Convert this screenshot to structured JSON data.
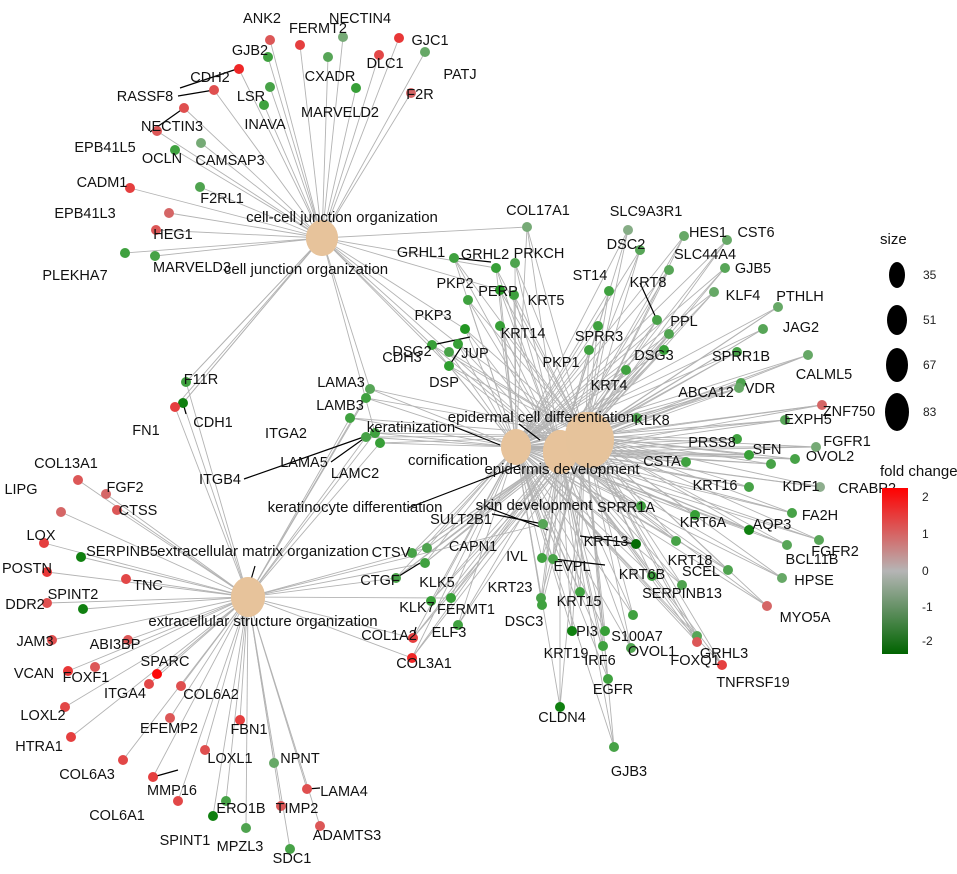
{
  "categories": [
    {
      "id": "ccj",
      "label": "cell-cell junction organization"
    },
    {
      "id": "cj",
      "label": "cell junction organization"
    },
    {
      "id": "ecd",
      "label": "epidermal cell differentiation"
    },
    {
      "id": "ker",
      "label": "keratinization"
    },
    {
      "id": "cor",
      "label": "cornification"
    },
    {
      "id": "epd",
      "label": "epidermis development"
    },
    {
      "id": "kd",
      "label": "keratinocyte differentiation"
    },
    {
      "id": "skd",
      "label": "skin development"
    },
    {
      "id": "ecm",
      "label": "extracellular matrix organization"
    },
    {
      "id": "ecs",
      "label": "extracellular structure organization"
    }
  ],
  "genes": [
    {
      "name": "ANK2",
      "fc": 1.2
    },
    {
      "name": "FERMT2",
      "fc": 1.5
    },
    {
      "name": "NECTIN4",
      "fc": -0.8
    },
    {
      "name": "GJC1",
      "fc": 1.6
    },
    {
      "name": "GJB2",
      "fc": -1.5
    },
    {
      "name": "DLC1",
      "fc": 1.4
    },
    {
      "name": "PATJ",
      "fc": -1.0
    },
    {
      "name": "CXADR",
      "fc": -1.2
    },
    {
      "name": "CDH2",
      "fc": 1.8
    },
    {
      "name": "F2R",
      "fc": 1.0
    },
    {
      "name": "RASSF8",
      "fc": 1.3
    },
    {
      "name": "LSR",
      "fc": -1.4
    },
    {
      "name": "MARVELD2",
      "fc": -1.6
    },
    {
      "name": "INAVA",
      "fc": -1.5
    },
    {
      "name": "NECTIN3",
      "fc": 1.3
    },
    {
      "name": "EPB41L5",
      "fc": 1.2
    },
    {
      "name": "CAMSAP3",
      "fc": -0.8
    },
    {
      "name": "OCLN",
      "fc": -1.5
    },
    {
      "name": "CADM1",
      "fc": 1.5
    },
    {
      "name": "F2RL1",
      "fc": -1.3
    },
    {
      "name": "EPB41L3",
      "fc": 1.0
    },
    {
      "name": "HEG1",
      "fc": 1.2
    },
    {
      "name": "PLEKHA7",
      "fc": -1.5
    },
    {
      "name": "MARVELD3",
      "fc": -1.4
    },
    {
      "name": "COL17A1",
      "fc": -0.8
    },
    {
      "name": "SLC9A3R1",
      "fc": -0.6
    },
    {
      "name": "HES1",
      "fc": -1.0
    },
    {
      "name": "CST6",
      "fc": -1.0
    },
    {
      "name": "DSC2",
      "fc": -1.2
    },
    {
      "name": "GRHL1",
      "fc": -1.5
    },
    {
      "name": "GRHL2",
      "fc": -1.6
    },
    {
      "name": "PRKCH",
      "fc": -1.3
    },
    {
      "name": "SLC44A4",
      "fc": -1.2
    },
    {
      "name": "GJB5",
      "fc": -1.2
    },
    {
      "name": "ST14",
      "fc": -1.5
    },
    {
      "name": "KRT8",
      "fc": -1.4
    },
    {
      "name": "PKP2",
      "fc": -1.5
    },
    {
      "name": "PERP",
      "fc": -1.8
    },
    {
      "name": "KRT5",
      "fc": -1.5
    },
    {
      "name": "KLF4",
      "fc": -1.0
    },
    {
      "name": "PTHLH",
      "fc": -1.0
    },
    {
      "name": "PKP3",
      "fc": -1.8
    },
    {
      "name": "KRT14",
      "fc": -1.6
    },
    {
      "name": "SPRR3",
      "fc": -1.5
    },
    {
      "name": "PPL",
      "fc": -1.3
    },
    {
      "name": "JAG2",
      "fc": -1.2
    },
    {
      "name": "DSG2",
      "fc": -1.4
    },
    {
      "name": "JUP",
      "fc": -1.6
    },
    {
      "name": "CDH3",
      "fc": -1.6
    },
    {
      "name": "DSP",
      "fc": -1.7
    },
    {
      "name": "PKP1",
      "fc": -1.5
    },
    {
      "name": "DSG3",
      "fc": -1.6
    },
    {
      "name": "SPRR1B",
      "fc": -1.4
    },
    {
      "name": "CALML5",
      "fc": -1.0
    },
    {
      "name": "KRT4",
      "fc": -1.5
    },
    {
      "name": "ABCA12",
      "fc": -1.3
    },
    {
      "name": "VDR",
      "fc": -1.0
    },
    {
      "name": "ZNF750",
      "fc": 1.0
    },
    {
      "name": "KLK8",
      "fc": -1.3
    },
    {
      "name": "EXPH5",
      "fc": -1.2
    },
    {
      "name": "FGFR1",
      "fc": -0.8
    },
    {
      "name": "PRSS8",
      "fc": -1.5
    },
    {
      "name": "SFN",
      "fc": -1.6
    },
    {
      "name": "OVOL2",
      "fc": -1.4
    },
    {
      "name": "CSTA",
      "fc": -1.5
    },
    {
      "name": "KRT16",
      "fc": -1.4
    },
    {
      "name": "KDF1",
      "fc": -1.4
    },
    {
      "name": "CRABP2",
      "fc": -0.5
    },
    {
      "name": "SPRR1A",
      "fc": -1.5
    },
    {
      "name": "FA2H",
      "fc": -1.4
    },
    {
      "name": "KRT6A",
      "fc": -1.6
    },
    {
      "name": "AQP3",
      "fc": -2.0
    },
    {
      "name": "KRT13",
      "fc": -2.2
    },
    {
      "name": "KRT18",
      "fc": -1.4
    },
    {
      "name": "BCL11B",
      "fc": -1.2
    },
    {
      "name": "FGFR2",
      "fc": -1.2
    },
    {
      "name": "SCEL",
      "fc": -1.3
    },
    {
      "name": "HPSE",
      "fc": -1.0
    },
    {
      "name": "KRT6B",
      "fc": -1.5
    },
    {
      "name": "MYO5A",
      "fc": 1.0
    },
    {
      "name": "SERPINB13",
      "fc": -1.3
    },
    {
      "name": "GRHL3",
      "fc": -1.2
    },
    {
      "name": "FOXQ1",
      "fc": 1.2
    },
    {
      "name": "TNFRSF19",
      "fc": 1.5
    },
    {
      "name": "S100A7",
      "fc": -1.5
    },
    {
      "name": "OVOL1",
      "fc": -1.3
    },
    {
      "name": "IRF6",
      "fc": -1.5
    },
    {
      "name": "EGFR",
      "fc": -1.5
    },
    {
      "name": "PI3",
      "fc": -1.6
    },
    {
      "name": "KRT19",
      "fc": -2.0
    },
    {
      "name": "KRT15",
      "fc": -1.5
    },
    {
      "name": "KRT23",
      "fc": -1.4
    },
    {
      "name": "DSC3",
      "fc": -1.5
    },
    {
      "name": "IVL",
      "fc": -1.5
    },
    {
      "name": "EVPL",
      "fc": -1.4
    },
    {
      "name": "CLDN4",
      "fc": -2.0
    },
    {
      "name": "GJB3",
      "fc": -1.4
    },
    {
      "name": "SULT2B1",
      "fc": -1.2
    },
    {
      "name": "CAPN1",
      "fc": -1.3
    },
    {
      "name": "CTSV",
      "fc": -1.4
    },
    {
      "name": "CTGF",
      "fc": -1.4
    },
    {
      "name": "KLK5",
      "fc": -1.5
    },
    {
      "name": "KLK7",
      "fc": -1.6
    },
    {
      "name": "FERMT1",
      "fc": -1.6
    },
    {
      "name": "ELF3",
      "fc": -1.5
    },
    {
      "name": "COL1A2",
      "fc": 1.5
    },
    {
      "name": "COL3A1",
      "fc": 1.8
    },
    {
      "name": "LAMA3",
      "fc": -1.2
    },
    {
      "name": "LAMB3",
      "fc": -1.5
    },
    {
      "name": "ITGA2",
      "fc": -1.5
    },
    {
      "name": "LAMA5",
      "fc": -1.4
    },
    {
      "name": "LAMC2",
      "fc": -1.6
    },
    {
      "name": "ITGB4",
      "fc": -1.5
    },
    {
      "name": "F11R",
      "fc": -1.5
    },
    {
      "name": "CDH1",
      "fc": -2.0
    },
    {
      "name": "FN1",
      "fc": 1.5
    },
    {
      "name": "COL13A1",
      "fc": 1.2
    },
    {
      "name": "FGF2",
      "fc": 1.0
    },
    {
      "name": "LIPG",
      "fc": 1.0
    },
    {
      "name": "CTSS",
      "fc": 1.2
    },
    {
      "name": "LOX",
      "fc": 1.5
    },
    {
      "name": "SERPINB5",
      "fc": -2.0
    },
    {
      "name": "POSTN",
      "fc": 1.6
    },
    {
      "name": "TNC",
      "fc": 1.4
    },
    {
      "name": "SPINT2",
      "fc": -2.0
    },
    {
      "name": "DDR2",
      "fc": 1.3
    },
    {
      "name": "ABI3BP",
      "fc": 1.2
    },
    {
      "name": "JAM3",
      "fc": 1.3
    },
    {
      "name": "VCAN",
      "fc": 1.6
    },
    {
      "name": "FOXF1",
      "fc": 1.2
    },
    {
      "name": "SPARC",
      "fc": 2.2
    },
    {
      "name": "ITGA4",
      "fc": 1.4
    },
    {
      "name": "COL6A2",
      "fc": 1.3
    },
    {
      "name": "LOXL2",
      "fc": 1.4
    },
    {
      "name": "EFEMP2",
      "fc": 1.2
    },
    {
      "name": "HTRA1",
      "fc": 1.5
    },
    {
      "name": "FBN1",
      "fc": 1.5
    },
    {
      "name": "COL6A3",
      "fc": 1.4
    },
    {
      "name": "LOXL1",
      "fc": 1.3
    },
    {
      "name": "MMP16",
      "fc": 1.5
    },
    {
      "name": "NPNT",
      "fc": -1.0
    },
    {
      "name": "LAMA4",
      "fc": 1.3
    },
    {
      "name": "COL6A1",
      "fc": 1.4
    },
    {
      "name": "ERO1B",
      "fc": -1.4
    },
    {
      "name": "TIMP2",
      "fc": 1.2
    },
    {
      "name": "SPINT1",
      "fc": -2.0
    },
    {
      "name": "MPZL3",
      "fc": -1.3
    },
    {
      "name": "ADAMTS3",
      "fc": 1.2
    },
    {
      "name": "SDC1",
      "fc": -1.4
    }
  ],
  "legend": {
    "size_title": "size",
    "size_values": [
      "35",
      "51",
      "67",
      "83"
    ],
    "color_title": "fold change",
    "color_ticks": [
      "2",
      "1",
      "0",
      "-1",
      "-2"
    ],
    "colors": {
      "high": "#ff0000",
      "mid": "#b5b5b5",
      "low": "#006400"
    }
  }
}
